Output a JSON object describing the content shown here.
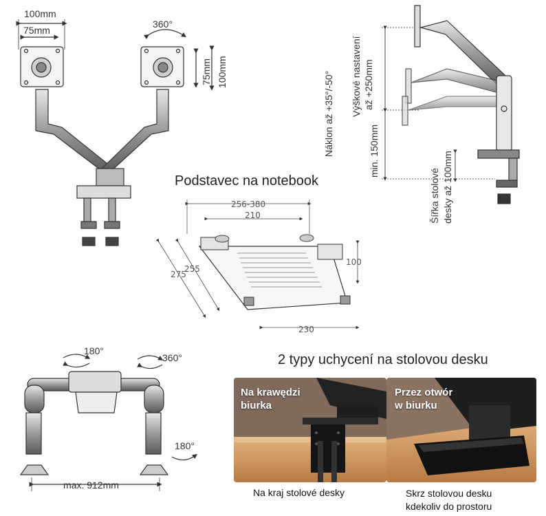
{
  "front_view": {
    "left_outer_width": "100mm",
    "left_inner_width": "75mm",
    "right_rotation": "360°",
    "right_inner_height": "75mm",
    "right_outer_height": "100mm"
  },
  "side_view": {
    "tilt": "Náklon až +35°/-50°",
    "height_adjust_line1": "Výškové nastavení",
    "height_adjust_line2": "až +250mm",
    "min_height": "min. 150mm",
    "desk_width_line1": "Šířka stolové",
    "desk_width_line2": "desky až 100mm"
  },
  "notebook": {
    "title": "Podstavec na notebook",
    "dim_top_outer": "256-380",
    "dim_top_inner": "210",
    "dim_right": "100",
    "dim_left_outer": "275",
    "dim_left_inner": "255",
    "dim_bottom": "230"
  },
  "top_view": {
    "rotation_top_left": "180°",
    "rotation_top_right": "360°",
    "rotation_side": "180°",
    "max_width": "max. 912mm"
  },
  "mounting": {
    "title": "2 typy uchycení na stolovou desku",
    "photo1_label_line1": "Na krawędzi",
    "photo1_label_line2": "biurka",
    "photo2_label_line1": "Przez otwór",
    "photo2_label_line2": "w biurku",
    "caption1": "Na kraj stolové desky",
    "caption2_line1": "Skrz stolovou desku",
    "caption2_line2": "kdekoliv do prostoru"
  },
  "colors": {
    "line": "#333333",
    "metal_dark": "#2a2a2a",
    "metal_light": "#9a9a9a",
    "wood": "#c8905a",
    "photo_bg": "#8a7060"
  }
}
